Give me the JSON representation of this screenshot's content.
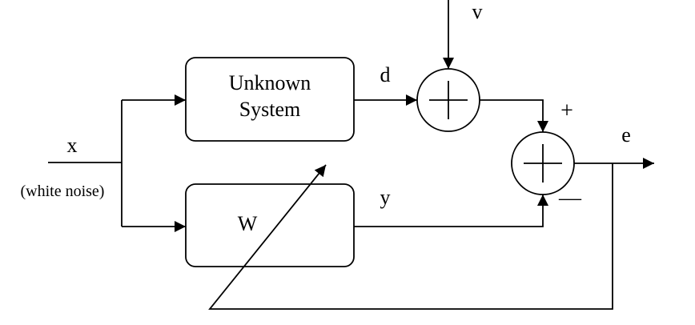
{
  "diagram": {
    "unknown_system_line1": "Unknown",
    "unknown_system_line2": "System",
    "filter_label": "W",
    "input_label": "x",
    "input_note": "(white noise)",
    "desired_label": "d",
    "output_label": "y",
    "noise_label": "v",
    "error_label": "e",
    "plus_sign": "+",
    "minus_sign": "—"
  }
}
